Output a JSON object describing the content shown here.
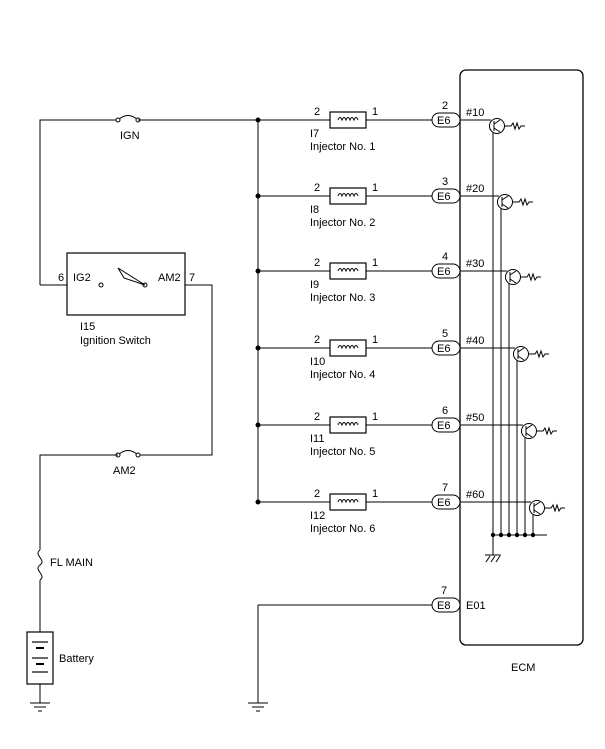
{
  "ecm": {
    "label": "ECM",
    "e8_pin": "7",
    "e8_conn": "E8",
    "e8_term": "E01"
  },
  "ign_fuse": {
    "label": "IGN"
  },
  "am2_fuse": {
    "label": "AM2"
  },
  "fl_main": {
    "label": "FL MAIN"
  },
  "battery": {
    "label": "Battery"
  },
  "ignition_switch": {
    "id": "I15",
    "name": "Ignition Switch",
    "left_terminal": "IG2",
    "left_pin": "6",
    "right_terminal": "AM2",
    "right_pin": "7"
  },
  "injectors": [
    {
      "id": "I7",
      "name": "Injector No. 1",
      "pin_a": "2",
      "pin_b": "1",
      "ecm_pin": "2",
      "ecm_conn": "E6",
      "ecm_term": "#10"
    },
    {
      "id": "I8",
      "name": "Injector No. 2",
      "pin_a": "2",
      "pin_b": "1",
      "ecm_pin": "3",
      "ecm_conn": "E6",
      "ecm_term": "#20"
    },
    {
      "id": "I9",
      "name": "Injector No. 3",
      "pin_a": "2",
      "pin_b": "1",
      "ecm_pin": "4",
      "ecm_conn": "E6",
      "ecm_term": "#30"
    },
    {
      "id": "I10",
      "name": "Injector No. 4",
      "pin_a": "2",
      "pin_b": "1",
      "ecm_pin": "5",
      "ecm_conn": "E6",
      "ecm_term": "#40"
    },
    {
      "id": "I11",
      "name": "Injector No. 5",
      "pin_a": "2",
      "pin_b": "1",
      "ecm_pin": "6",
      "ecm_conn": "E6",
      "ecm_term": "#50"
    },
    {
      "id": "I12",
      "name": "Injector No. 6",
      "pin_a": "2",
      "pin_b": "1",
      "ecm_pin": "7",
      "ecm_conn": "E6",
      "ecm_term": "#60"
    }
  ]
}
